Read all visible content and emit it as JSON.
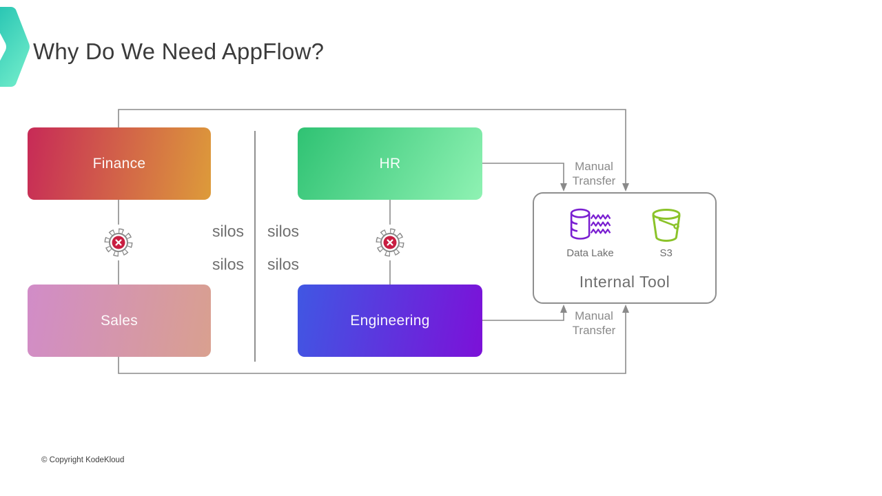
{
  "header": {
    "title": "Why Do We Need AppFlow?"
  },
  "footer": {
    "copyright": "© Copyright KodeKloud"
  },
  "brand": {
    "logo": "kodekloud-chevron",
    "teal_from": "#1fc0b0",
    "teal_to": "#6ceac9"
  },
  "diagram": {
    "departments": [
      {
        "id": "finance",
        "label": "Finance",
        "gradient_from": "#c72a57",
        "gradient_to": "#dd9b3a",
        "gradient_dir": "100deg"
      },
      {
        "id": "sales",
        "label": "Sales",
        "gradient_from": "#d18cc8",
        "gradient_to": "#d9a08f",
        "gradient_dir": "100deg"
      },
      {
        "id": "hr",
        "label": "HR",
        "gradient_from": "#2fc273",
        "gradient_to": "#8ff2b3",
        "gradient_dir": "120deg"
      },
      {
        "id": "engineering",
        "label": "Engineering",
        "gradient_from": "#4057e3",
        "gradient_to": "#7c11d8",
        "gradient_dir": "100deg"
      }
    ],
    "silos": [
      "silos",
      "silos",
      "silos",
      "silos"
    ],
    "transfers": [
      {
        "line1": "Manual",
        "line2": "Transfer"
      },
      {
        "line1": "Manual",
        "line2": "Transfer"
      }
    ],
    "internal_tool": {
      "title": "Internal Tool",
      "items": [
        {
          "label": "Data Lake",
          "icon": "data-lake-icon",
          "color": "#7a1fd1"
        },
        {
          "label": "S3",
          "icon": "s3-bucket-icon",
          "color": "#8bc32a"
        }
      ]
    },
    "blocker": {
      "icon": "gear-error-icon",
      "circle_color": "#c81e41"
    },
    "line_color": "#8a8a8a"
  }
}
